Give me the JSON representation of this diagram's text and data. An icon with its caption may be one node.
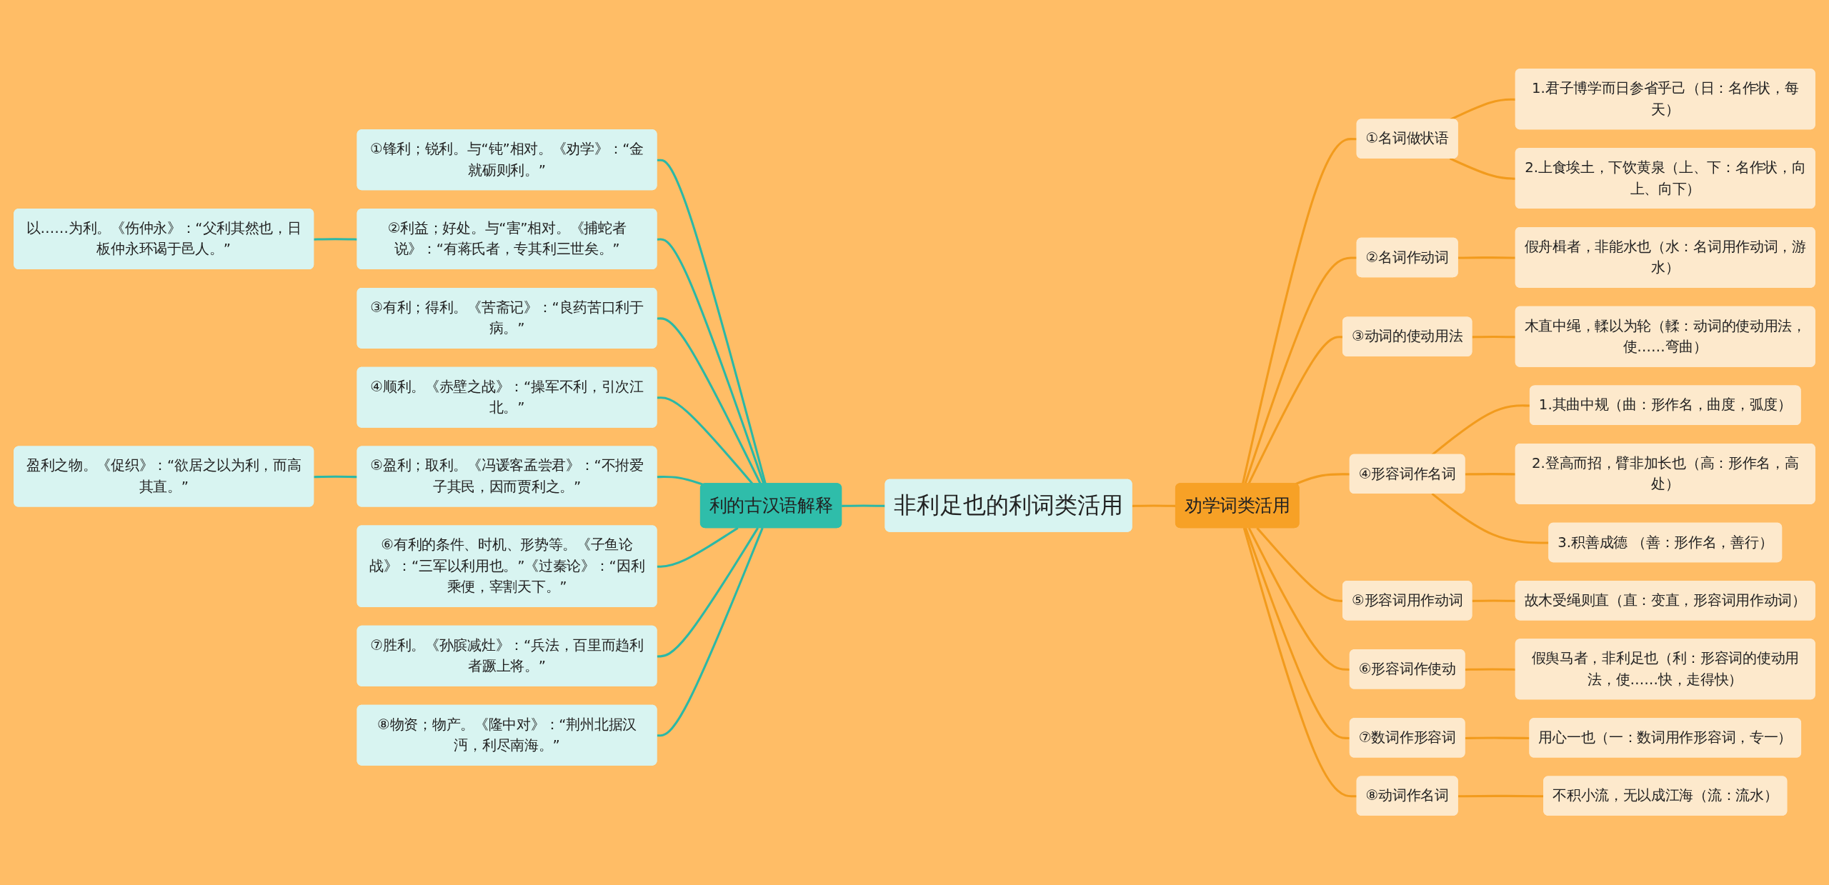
{
  "diagram": {
    "nodes": [
      {
        "text": [
          "非利足也的利词类活用"
        ]
      },
      {
        "text": [
          "利的古汉语解释"
        ]
      },
      {
        "text": [
          "①锋利；锐利。与“钝”相对。《劝学》：“金就砺则利。”"
        ]
      },
      {
        "text": [
          "②利益；好处。与“害”相对。《捕蛇者说》：“有蒋氏者，专其利三世矣。”"
        ]
      },
      {
        "text": [
          "以……为利。《伤仲永》：“父利其然也，日板仲永环谒于邑人。”"
        ]
      },
      {
        "text": [
          "③有利；得利。《苦斋记》：“良药苦口利于病。”"
        ]
      },
      {
        "text": [
          "④顺利。《赤壁之战》：“操军不利，引次江北。”"
        ]
      },
      {
        "text": [
          "⑤盈利；取利。《冯谖客孟尝君》：“不拊爱子其民，因而贾利之。”"
        ]
      },
      {
        "text": [
          "盈利之物。《促织》：“欲居之以为利，而高其直。”"
        ]
      },
      {
        "text": [
          "⑥有利的条件、时机、形势等。《子鱼论战》：“三军以利用也。”《过秦论》：“因利乘便，宰割天下。”"
        ]
      },
      {
        "text": [
          "⑦胜利。《孙膑减灶》：“兵法，百里而趋利者蹶上将。”"
        ]
      },
      {
        "text": [
          "⑧物资；物产。《隆中对》：“荆州北据汉沔，利尽南海。”"
        ]
      },
      {
        "text": [
          "劝学词类活用"
        ]
      },
      {
        "text": [
          "①名词做状语"
        ]
      },
      {
        "text": [
          "1.君子博学而日参省乎己（日：名作状，每天）"
        ]
      },
      {
        "text": [
          "2.上食埃土，下饮黄泉（上、下：名作状，向上、向下）"
        ]
      },
      {
        "text": [
          "②名词作动词"
        ]
      },
      {
        "text": [
          "假舟楫者，非能水也（水：名词用作动词，游水）"
        ]
      },
      {
        "text": [
          "③动词的使动用法"
        ]
      },
      {
        "text": [
          "木直中绳，輮以为轮（輮：动词的使动用法，使……弯曲）"
        ]
      },
      {
        "text": [
          "④形容词作名词"
        ]
      },
      {
        "text": [
          "1.其曲中规（曲：形作名，曲度，弧度）"
        ]
      },
      {
        "text": [
          "2.登高而招，臂非加长也（高：形作名，高处）"
        ]
      },
      {
        "text": [
          "3.积善成德 （善：形作名，善行）"
        ]
      },
      {
        "text": [
          "⑤形容词用作动词"
        ]
      },
      {
        "text": [
          "故木受绳则直（直：变直，形容词用作动词）"
        ]
      },
      {
        "text": [
          "⑥形容词作使动"
        ]
      },
      {
        "text": [
          "假舆马者，非利足也（利：形容词的使动用法，使……快，走得快）"
        ]
      },
      {
        "text": [
          "⑦数词作形容词"
        ]
      },
      {
        "text": [
          "用心一也（一：数词用作形容词，专一）"
        ]
      },
      {
        "text": [
          "⑧动词作名词"
        ]
      },
      {
        "text": [
          "不积小流，无以成江海（流：流水）"
        ]
      }
    ],
    "edges": [
      {
        "from": 0,
        "to": 1,
        "arrow": "none",
        "color": "#2bb8a6"
      },
      {
        "from": 1,
        "to": 2,
        "arrow": "none",
        "color": "#2bb8a6"
      },
      {
        "from": 1,
        "to": 3,
        "arrow": "none",
        "color": "#2bb8a6"
      },
      {
        "from": 3,
        "to": 4,
        "arrow": "none",
        "color": "#2bb8a6"
      },
      {
        "from": 1,
        "to": 5,
        "arrow": "none",
        "color": "#2bb8a6"
      },
      {
        "from": 1,
        "to": 6,
        "arrow": "none",
        "color": "#2bb8a6"
      },
      {
        "from": 1,
        "to": 7,
        "arrow": "none",
        "color": "#2bb8a6"
      },
      {
        "from": 7,
        "to": 8,
        "arrow": "none",
        "color": "#2bb8a6"
      },
      {
        "from": 1,
        "to": 9,
        "arrow": "none",
        "color": "#2bb8a6"
      },
      {
        "from": 1,
        "to": 10,
        "arrow": "none",
        "color": "#2bb8a6"
      },
      {
        "from": 1,
        "to": 11,
        "arrow": "none",
        "color": "#2bb8a6"
      },
      {
        "from": 0,
        "to": 12,
        "arrow": "none"
      },
      {
        "from": 12,
        "to": 13,
        "arrow": "none"
      },
      {
        "from": 13,
        "to": 14,
        "arrow": "none"
      },
      {
        "from": 13,
        "to": 15,
        "arrow": "none"
      },
      {
        "from": 12,
        "to": 16,
        "arrow": "none"
      },
      {
        "from": 16,
        "to": 17,
        "arrow": "none"
      },
      {
        "from": 12,
        "to": 18,
        "arrow": "none"
      },
      {
        "from": 18,
        "to": 19,
        "arrow": "none"
      },
      {
        "from": 12,
        "to": 20,
        "arrow": "none"
      },
      {
        "from": 20,
        "to": 21,
        "arrow": "none"
      },
      {
        "from": 20,
        "to": 22,
        "arrow": "none"
      },
      {
        "from": 20,
        "to": 23,
        "arrow": "none"
      },
      {
        "from": 12,
        "to": 24,
        "arrow": "none"
      },
      {
        "from": 24,
        "to": 25,
        "arrow": "none"
      },
      {
        "from": 12,
        "to": 26,
        "arrow": "none"
      },
      {
        "from": 26,
        "to": 27,
        "arrow": "none"
      },
      {
        "from": 12,
        "to": 28,
        "arrow": "none"
      },
      {
        "from": 28,
        "to": 29,
        "arrow": "none"
      },
      {
        "from": 12,
        "to": 30,
        "arrow": "none"
      },
      {
        "from": 30,
        "to": 31,
        "arrow": "none"
      }
    ]
  }
}
